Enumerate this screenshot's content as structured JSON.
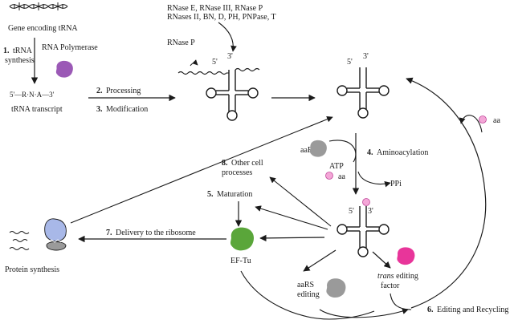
{
  "gene": {
    "label": "Gene encoding tRNA"
  },
  "steps": {
    "s1_num": "1.",
    "s1_line1": "tRNA",
    "s1_line2": "synthesis",
    "s2_num": "2.",
    "s2_label": "Processing",
    "s3_num": "3.",
    "s3_label": "Modification",
    "s4_num": "4.",
    "s4_label": "Aminoacylation",
    "s5_num": "5.",
    "s5_label": "Maturation",
    "s6_num": "6.",
    "s6_label": "Editing and Recycling",
    "s7_num": "7.",
    "s7_label": "Delivery to the ribosome",
    "s8_num": "8.",
    "s8_line1": "Other cell",
    "s8_line2": "processes"
  },
  "labels": {
    "rna_polymerase": "RNA Polymerase",
    "transcript_seq": "5'—R·N·A—3'",
    "trna_transcript": "tRNA transcript",
    "rnases_line1": "RNase E, RNase III, RNase P",
    "rnases_line2": "RNases II, BN, D, PH, PNPase, T",
    "rnase_p": "RNase P",
    "prime5": "5'",
    "prime3": "3'",
    "aa": "aa",
    "aars": "aaRS",
    "atp": "ATP",
    "ppi": "PPi",
    "ef_tu": "EF-Tu",
    "protein_synthesis": "Protein synthesis",
    "aars_editing_line1": "aaRS",
    "aars_editing_line2": "editing",
    "trans_word": "trans",
    "trans_rest": " editing",
    "trans_line2": "factor"
  },
  "colors": {
    "rna_polymerase": "#9b59b6",
    "amino_acid": "#f4a6d7",
    "amino_acid_stroke": "#c0489a",
    "aars": "#9a9a9a",
    "ef_tu": "#5aa63a",
    "trans_factor": "#e8359a",
    "ribosome_top": "#a8b8e8",
    "ribosome_bottom": "#9a9a9a",
    "line": "#1a1a1a"
  }
}
